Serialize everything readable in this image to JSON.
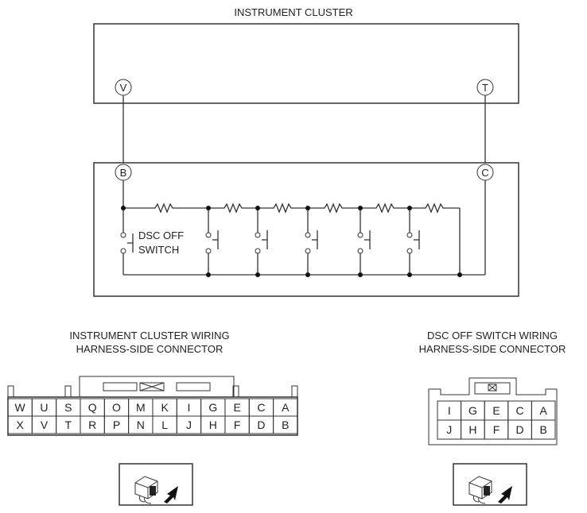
{
  "diagram": {
    "title": "INSTRUMENT CLUSTER",
    "terminals": {
      "cluster_left": "V",
      "cluster_right": "T",
      "switch_left": "B",
      "switch_right": "C"
    },
    "switch_label_line1": "DSC OFF",
    "switch_label_line2": "SWITCH"
  },
  "connectors": {
    "cluster": {
      "title_line1": "INSTRUMENT CLUSTER WIRING",
      "title_line2": "HARNESS-SIDE CONNECTOR",
      "top_row": [
        "W",
        "U",
        "S",
        "Q",
        "O",
        "M",
        "K",
        "I",
        "G",
        "E",
        "C",
        "A"
      ],
      "bottom_row": [
        "X",
        "V",
        "T",
        "R",
        "P",
        "N",
        "L",
        "J",
        "H",
        "F",
        "D",
        "B"
      ]
    },
    "dsc": {
      "title_line1": "DSC OFF SWITCH WIRING",
      "title_line2": "HARNESS-SIDE CONNECTOR",
      "top_row": [
        "I",
        "G",
        "E",
        "C",
        "A"
      ],
      "bottom_row": [
        "J",
        "H",
        "F",
        "D",
        "B"
      ]
    }
  },
  "icons": {
    "cluster_view": "connector-view-arrow-icon",
    "dsc_view": "connector-view-arrow-icon"
  }
}
